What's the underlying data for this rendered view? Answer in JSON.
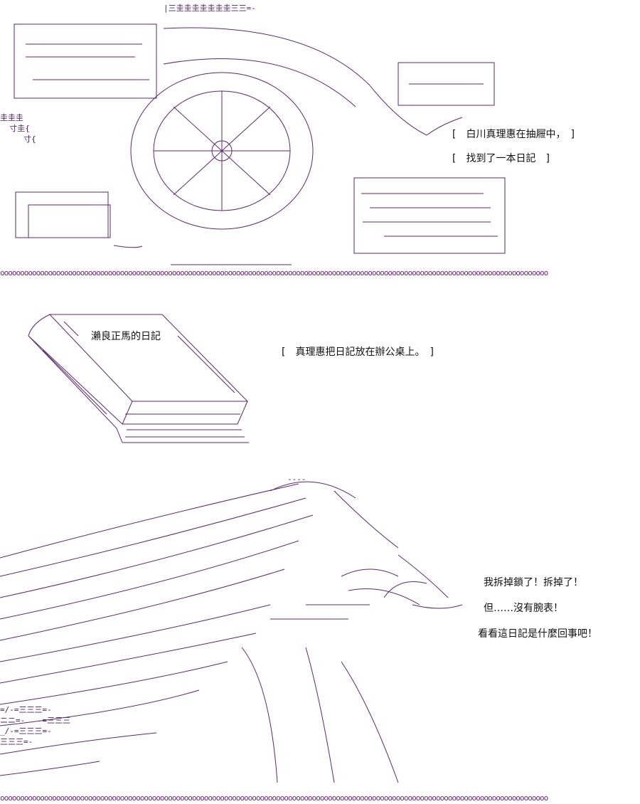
{
  "panel1": {
    "captions": [
      "[　白川真理惠在抽屜中，　]",
      "[　找到了一本日記　]"
    ]
  },
  "panel2": {
    "book_title": "瀨良正馬的日記",
    "captions": [
      "[　真理惠把日記放在辦公桌上。　]"
    ]
  },
  "panel3": {
    "dialogue": [
      "我拆掉鎖了！拆掉了！",
      "但……沒有腕表！",
      "看看這日記是什麼回事吧！"
    ]
  },
  "dividers": {
    "pattern": "ooooooooooooooooooooooooooooooooooooooooooooooooooooooooooooooooooooooooooooooooooooooooooooooooooooooooooooooooooooooooooooooooooooooooo"
  },
  "colors": {
    "line_art": "#5a2a6a",
    "text": "#111111",
    "background": "#ffffff"
  }
}
